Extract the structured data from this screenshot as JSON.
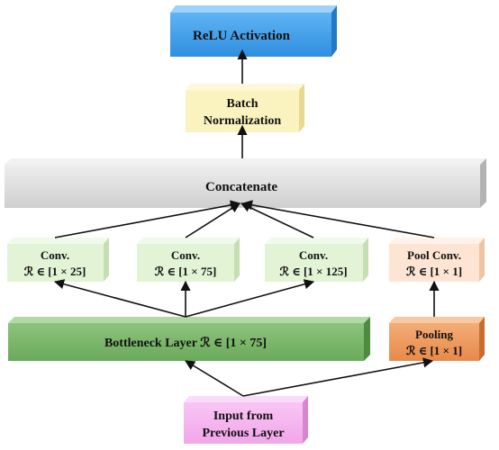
{
  "nodes": {
    "relu": {
      "label": "ReLU Activation"
    },
    "batchnorm": {
      "line1": "Batch",
      "line2": "Normalization"
    },
    "concat": {
      "label": "Concatenate"
    },
    "conv1": {
      "title": "Conv.",
      "shape": "ℛ ∈ [1 × 25]"
    },
    "conv2": {
      "title": "Conv.",
      "shape": "ℛ ∈ [1 × 75]"
    },
    "conv3": {
      "title": "Conv.",
      "shape": "ℛ ∈ [1 × 125]"
    },
    "poolconv": {
      "title": "Pool Conv.",
      "shape": "ℛ ∈ [1 × 1]"
    },
    "bottleneck": {
      "label": "Bottleneck Layer  ℛ ∈ [1 × 75]"
    },
    "pooling": {
      "title": "Pooling",
      "shape": "ℛ ∈ [1 × 1]"
    },
    "input": {
      "line1": "Input from",
      "line2": "Previous Layer"
    }
  },
  "colors": {
    "relu": "#3d9be8",
    "batchnorm": "#fbf3bf",
    "concat": "#d7d7d7",
    "conv": "#e2f3d6",
    "poolconv": "#fde4d3",
    "bottleneck": "#7bb46a",
    "pooling": "#ee9c5f",
    "input": "#f6b3f0",
    "arrow": "#111111"
  }
}
